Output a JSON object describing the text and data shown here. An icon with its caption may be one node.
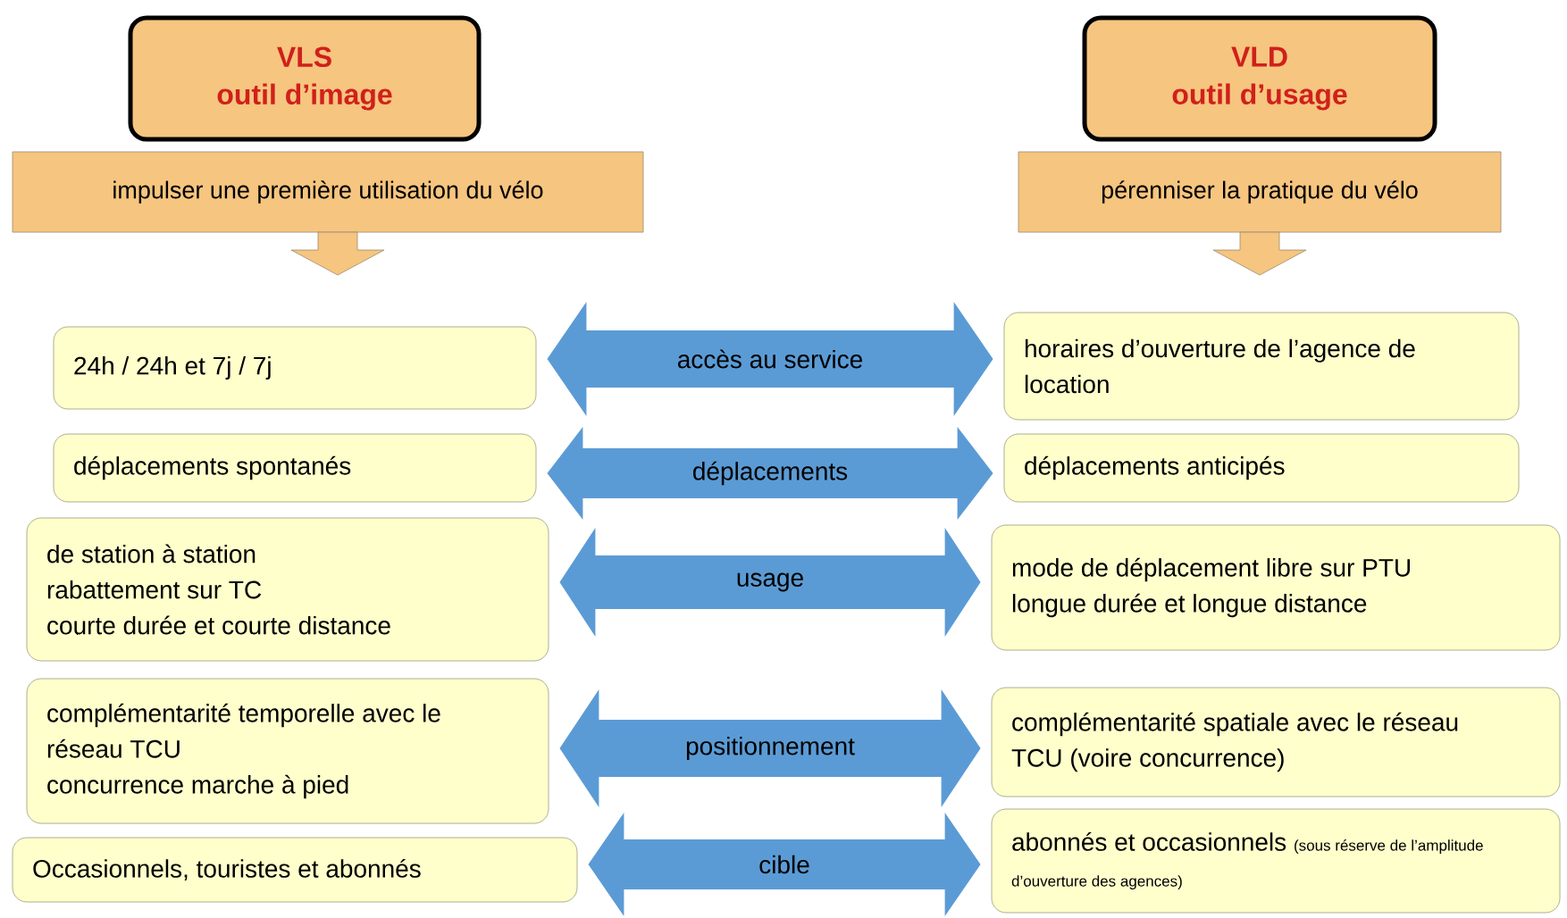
{
  "diagram": {
    "nodes": [
      {
        "text": [
          "VLS",
          "outil d’image"
        ]
      },
      {
        "text": [
          "VLD",
          "outil d’usage"
        ]
      },
      {
        "text": [
          "impulser une première utilisation du vélo"
        ]
      },
      {
        "text": [
          "pérenniser la pratique du vélo"
        ]
      },
      {
        "text": [
          "24h / 24h et 7j / 7j"
        ]
      },
      {
        "text": [
          "horaires d’ouverture de l’agence de location"
        ]
      },
      {
        "text": [
          "déplacements spontanés"
        ]
      },
      {
        "text": [
          "déplacements anticipés"
        ]
      },
      {
        "text": [
          "de station à station",
          "rabattement sur TC",
          "courte durée et courte distance"
        ]
      },
      {
        "text": [
          "mode de déplacement libre sur PTU",
          "longue durée et longue distance"
        ]
      },
      {
        "text": [
          "complémentarité temporelle avec le réseau TCU",
          "concurrence marche à pied"
        ]
      },
      {
        "text": [
          "complémentarité spatiale avec le réseau TCU (voire concurrence)"
        ]
      },
      {
        "text": [
          "Occasionnels, touristes et abonnés"
        ]
      },
      {
        "text": [
          "abonnés et occasionnels",
          "(sous réserve de l’amplitude d’ouverture des agences)"
        ]
      }
    ],
    "edges": [
      {
        "from": 4,
        "to": 5,
        "arrow": "both",
        "label": "accès au service"
      },
      {
        "from": 6,
        "to": 7,
        "arrow": "both",
        "label": "déplacements"
      },
      {
        "from": 8,
        "to": 9,
        "arrow": "both",
        "label": "usage"
      },
      {
        "from": 10,
        "to": 11,
        "arrow": "both",
        "label": "positionnement"
      },
      {
        "from": 12,
        "to": 13,
        "arrow": "both",
        "label": "cible"
      }
    ]
  }
}
